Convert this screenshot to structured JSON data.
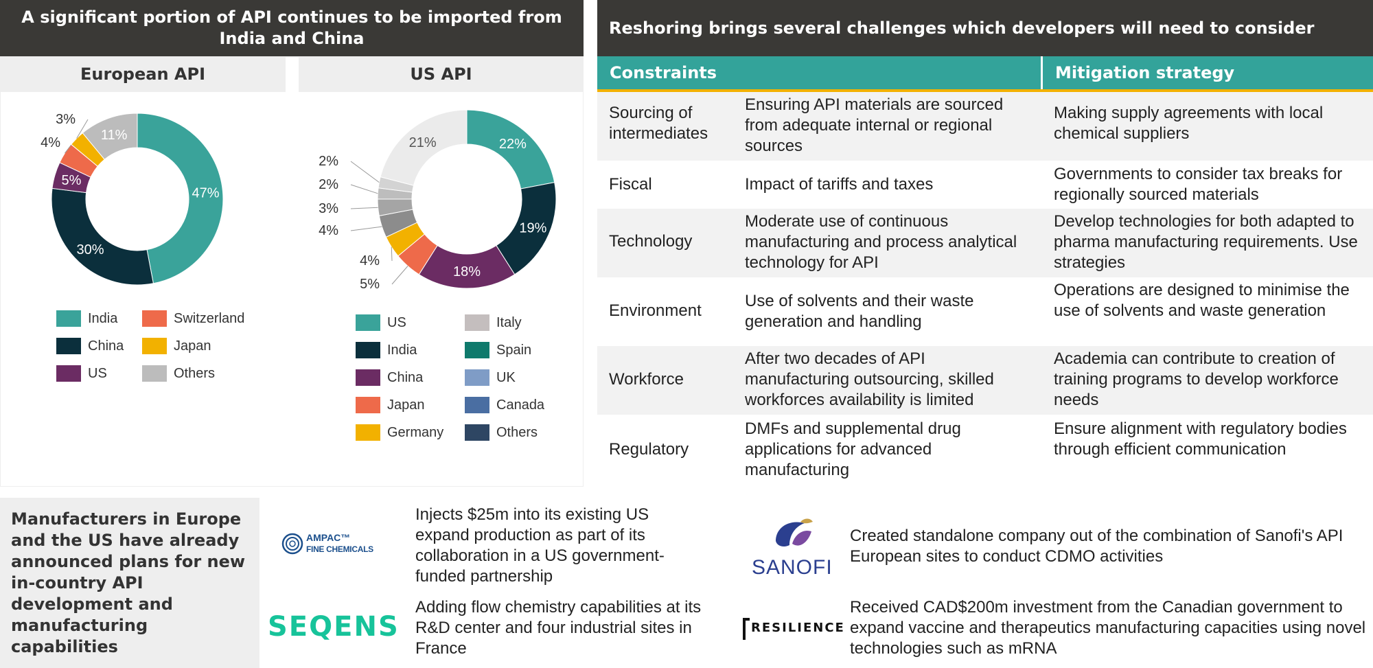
{
  "left_panel": {
    "banner": "A significant portion of API continues to be imported from India and China",
    "european": {
      "heading": "European API",
      "legend": [
        "India",
        "Switzerland",
        "China",
        "Japan",
        "US",
        "Others"
      ]
    },
    "us": {
      "heading": "US API",
      "legend": [
        "US",
        "Italy",
        "India",
        "Spain",
        "China",
        "UK",
        "Japan",
        "Canada",
        "Germany",
        "Others"
      ]
    }
  },
  "chart_data": [
    {
      "type": "pie",
      "title": "European API",
      "categories": [
        "India",
        "China",
        "US",
        "Switzerland",
        "Japan",
        "Others"
      ],
      "values": [
        47,
        30,
        5,
        4,
        3,
        11
      ],
      "labels": [
        "47%",
        "30%",
        "5%",
        "4%",
        "3%",
        "11%"
      ],
      "colors": [
        "#3aa39a",
        "#0b2f3c",
        "#6b2c63",
        "#ee6a4a",
        "#f2b100",
        "#bcbcbc"
      ],
      "donut": true
    },
    {
      "type": "pie",
      "title": "US API",
      "categories": [
        "US",
        "India",
        "China",
        "Japan",
        "Germany",
        "Italy",
        "Spain",
        "UK",
        "Canada",
        "Others"
      ],
      "values": [
        22,
        19,
        18,
        5,
        4,
        4,
        3,
        2,
        2,
        21
      ],
      "labels": [
        "22%",
        "19%",
        "18%",
        "5%",
        "4%",
        "4%",
        "3%",
        "2%",
        "2%",
        "21%"
      ],
      "colors": [
        "#3aa39a",
        "#0b2f3c",
        "#6b2c63",
        "#ee6a4a",
        "#f2b100",
        "#8c8c8c",
        "#a5a5a5",
        "#bdbdbd",
        "#d3d3d3",
        "#ebebeb"
      ],
      "donut": true
    }
  ],
  "right_panel": {
    "banner": "Reshoring brings several challenges which developers will need to consider",
    "col_constraints": "Constraints",
    "col_mitigation": "Mitigation strategy",
    "rows": [
      {
        "name": "Sourcing of intermediates",
        "constraint": "Ensuring API materials are sourced from adequate internal or regional sources",
        "mitigation": "Making supply agreements with local chemical suppliers"
      },
      {
        "name": "Fiscal",
        "constraint": "Impact of tariffs and taxes",
        "mitigation": "Governments to consider tax breaks for regionally sourced materials"
      },
      {
        "name": "Technology",
        "constraint": "Moderate use of continuous manufacturing and process analytical technology for API",
        "mitigation": "Develop technologies for both adapted to pharma manufacturing requirements. Use strategies"
      },
      {
        "name": "Environment",
        "constraint": "Use of solvents and their waste generation and handling",
        "mitigation": "Operations are designed to minimise the use of solvents and waste generation"
      },
      {
        "name": "Workforce",
        "constraint": "After two decades of API manufacturing outsourcing, skilled workforces availability is limited",
        "mitigation": "Academia can contribute to creation of training programs to develop workforce needs"
      },
      {
        "name": "Regulatory",
        "constraint": "DMFs and supplemental drug applications for advanced manufacturing",
        "mitigation": "Ensure alignment with regulatory bodies through efficient communication"
      }
    ]
  },
  "bottom": {
    "headline": "Manufacturers in Europe and the US have already announced plans for new in-country API development and manufacturing capabilities",
    "companies": [
      {
        "logo_line1": "AMPAC™",
        "logo_line2": "FINE CHEMICALS",
        "text": "Injects $25m into its existing US expand production as part of its collaboration in a US government-funded partnership"
      },
      {
        "logo": "SEQENS",
        "text": "Adding flow chemistry capabilities at its R&D center and four industrial sites in France"
      },
      {
        "logo": "SANOFI",
        "text": "Created standalone company out of the combination of Sanofi's API European sites to conduct CDMO activities"
      },
      {
        "logo": "RESILIENCE",
        "text": "Received CAD$200m investment from the Canadian government to expand vaccine and therapeutics manufacturing capacities using novel technologies such as mRNA"
      }
    ]
  }
}
